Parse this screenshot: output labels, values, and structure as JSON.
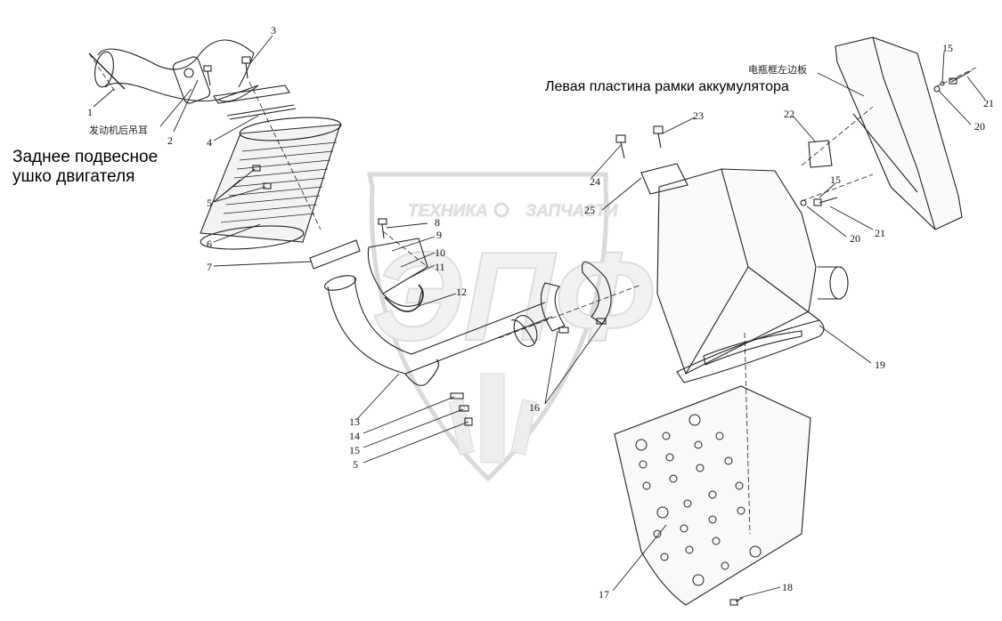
{
  "watermark": {
    "line1_left": "ТЕХНИКА",
    "line1_right": "ЗАПЧАСТИ",
    "logo": "ЭПФ"
  },
  "annotations": {
    "engine_lug_cn": "发动机后吊耳",
    "engine_lug_ru": "Заднее подвесное ушко двигателя",
    "battery_plate_cn": "电瓶框左边板",
    "battery_plate_ru": "Левая пластина рамки аккумулятора"
  },
  "callouts": [
    "1",
    "2",
    "3",
    "4",
    "5",
    "6",
    "7",
    "8",
    "9",
    "10",
    "11",
    "12",
    "13",
    "14",
    "15",
    "5",
    "16",
    "17",
    "18",
    "19",
    "20",
    "21",
    "15",
    "20",
    "21",
    "22",
    "23",
    "24",
    "25",
    "15"
  ],
  "colors": {
    "line": "#222222",
    "watermark": "#c8c8c8"
  }
}
